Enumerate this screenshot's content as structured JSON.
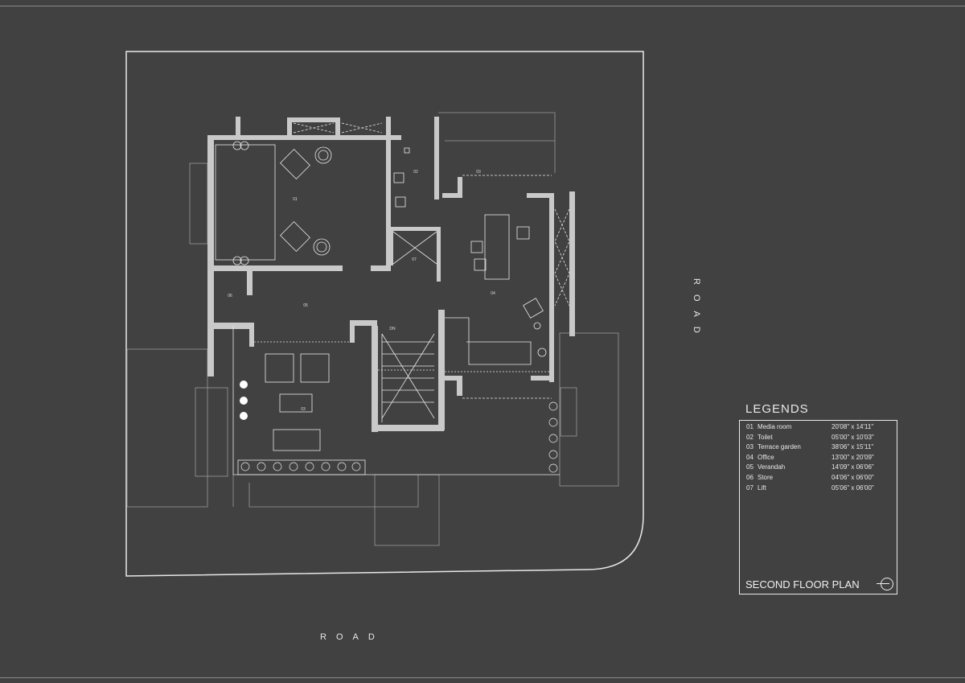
{
  "plan": {
    "title": "SECOND FLOOR PLAN",
    "road_bottom": "ROAD",
    "road_right": "ROAD",
    "stair_label": "DN",
    "room_tags": {
      "media_room": "01",
      "toilet": "02",
      "terrace_garden_top": "03",
      "terrace_garden_bottom": "03",
      "office": "04",
      "verandah": "05",
      "store": "06",
      "lift": "07"
    }
  },
  "legend": {
    "title": "LEGENDS",
    "items": [
      {
        "num": "01",
        "name": "Media room",
        "size": "20'08\" x 14'11\""
      },
      {
        "num": "02",
        "name": "Toilet",
        "size": "05'00\" x 10'03\""
      },
      {
        "num": "03",
        "name": "Terrace garden",
        "size": "38'06\" x 15'11\""
      },
      {
        "num": "04",
        "name": "Office",
        "size": "13'00\" x 20'09\""
      },
      {
        "num": "05",
        "name": "Verandah",
        "size": "14'09\" x 06'06\""
      },
      {
        "num": "06",
        "name": "Store",
        "size": "04'06\" x 06'00\""
      },
      {
        "num": "07",
        "name": "Lift",
        "size": "05'06\" x 06'00\""
      }
    ]
  },
  "colors": {
    "background": "#414141",
    "wall": "#c9c9c9",
    "line": "#e8e8e8"
  }
}
